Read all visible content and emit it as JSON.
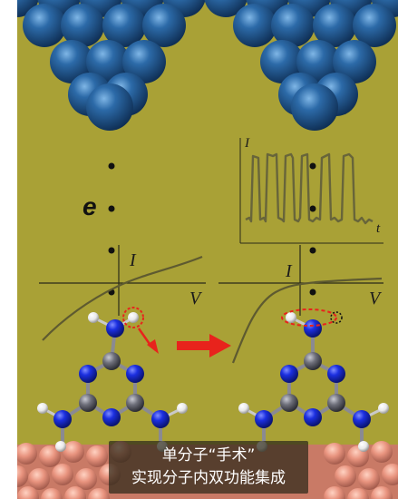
{
  "labels": {
    "electron": "e",
    "left_current_axis": "I",
    "left_voltage_axis": "V",
    "right_current_axis": "I",
    "right_voltage_axis": "V",
    "trace_current_axis": "I",
    "trace_time_axis": "t"
  },
  "caption": {
    "line1": "单分子“手术”",
    "line2": "实现分子内双功能集成"
  },
  "colors": {
    "background": "#a9a136",
    "tip_atom": "#1f5a94",
    "nitrogen": "#1a2fd6",
    "carbon": "#6e6f7a",
    "hydrogen": "#f2f2f2",
    "substrate": "#e8937e",
    "arrow": "#e8231c",
    "curve": "#5e5a30"
  },
  "icons": {
    "process_arrow": "red-right-arrow-icon",
    "selection_circle": "red-dashed-circle-icon",
    "removed_atom": "black-dashed-circle-icon"
  }
}
